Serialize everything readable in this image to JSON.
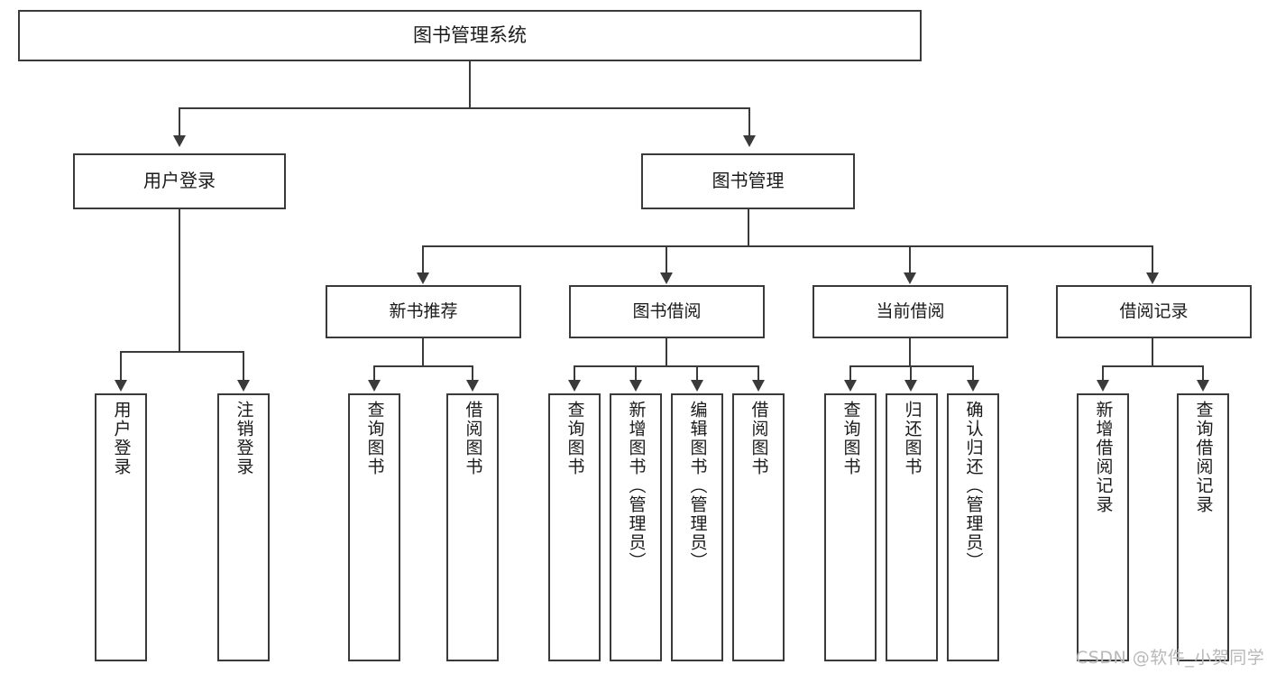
{
  "diagram": {
    "title": "图书管理系统",
    "watermark": "CSDN @软件_小贺同学",
    "line_color": "#3a3a3a",
    "box_fill": "#ffffff",
    "text_color": "#1a1a1a",
    "watermark_color": "#b8b8b8"
  },
  "root": {
    "label": "图书管理系统"
  },
  "level2": [
    {
      "label": "用户登录"
    },
    {
      "label": "图书管理"
    }
  ],
  "level3": [
    {
      "label": "新书推荐"
    },
    {
      "label": "图书借阅"
    },
    {
      "label": "当前借阅"
    },
    {
      "label": "借阅记录"
    }
  ],
  "leaves": {
    "user_login": [
      {
        "label": "用户登录"
      },
      {
        "label": "注销登录"
      }
    ],
    "new_books": [
      {
        "label": "查询图书"
      },
      {
        "label": "借阅图书"
      }
    ],
    "book_borrow": [
      {
        "label": "查询图书"
      },
      {
        "label": "新增图书（管理员）"
      },
      {
        "label": "编辑图书（管理员）"
      },
      {
        "label": "借阅图书"
      }
    ],
    "current_borrow": [
      {
        "label": "查询图书"
      },
      {
        "label": "归还图书"
      },
      {
        "label": "确认归还（管理员）"
      }
    ],
    "borrow_records": [
      {
        "label": "新增借阅记录"
      },
      {
        "label": "查询借阅记录"
      }
    ]
  }
}
